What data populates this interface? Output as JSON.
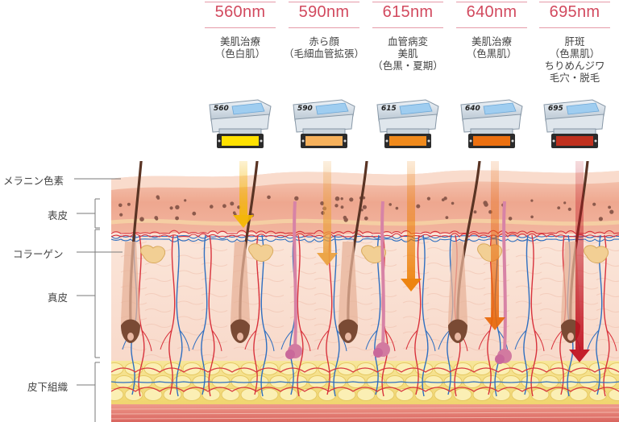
{
  "filters": [
    {
      "wavelength": "560nm",
      "chip": "560",
      "desc": [
        "美肌治療",
        "（色白肌）"
      ],
      "color": "#ffe100",
      "beam": "#f5b700"
    },
    {
      "wavelength": "590nm",
      "chip": "590",
      "desc": [
        "赤ら顔",
        "（毛細血管拡張）"
      ],
      "color": "#f6b15c",
      "beam": "#eba03c"
    },
    {
      "wavelength": "615nm",
      "chip": "615",
      "desc": [
        "血管病変",
        "美肌",
        "（色黒・夏期）"
      ],
      "color": "#f08a1c",
      "beam": "#ec7d00"
    },
    {
      "wavelength": "640nm",
      "chip": "640",
      "desc": [
        "美肌治療",
        "（色黒肌）"
      ],
      "color": "#ec7010",
      "beam": "#e8680a"
    },
    {
      "wavelength": "695nm",
      "chip": "695",
      "desc": [
        "肝斑",
        "（色黒肌）",
        "ちりめんジワ",
        "毛穴・脱毛"
      ],
      "color": "#c0301e",
      "beam": "#c00f1e"
    }
  ],
  "layers": {
    "melanin": "メラニン色素",
    "epidermis": "表皮",
    "collagen": "コラーゲン",
    "dermis": "真皮",
    "subcutis": "皮下組織"
  },
  "colors": {
    "wavelength_text": "#d2495e",
    "epidermis": "#f0b6a2",
    "dermis": "#fbe2d6",
    "fat": "#f3dc7a",
    "muscle": "#e9827a",
    "hair": "#5a3424"
  }
}
